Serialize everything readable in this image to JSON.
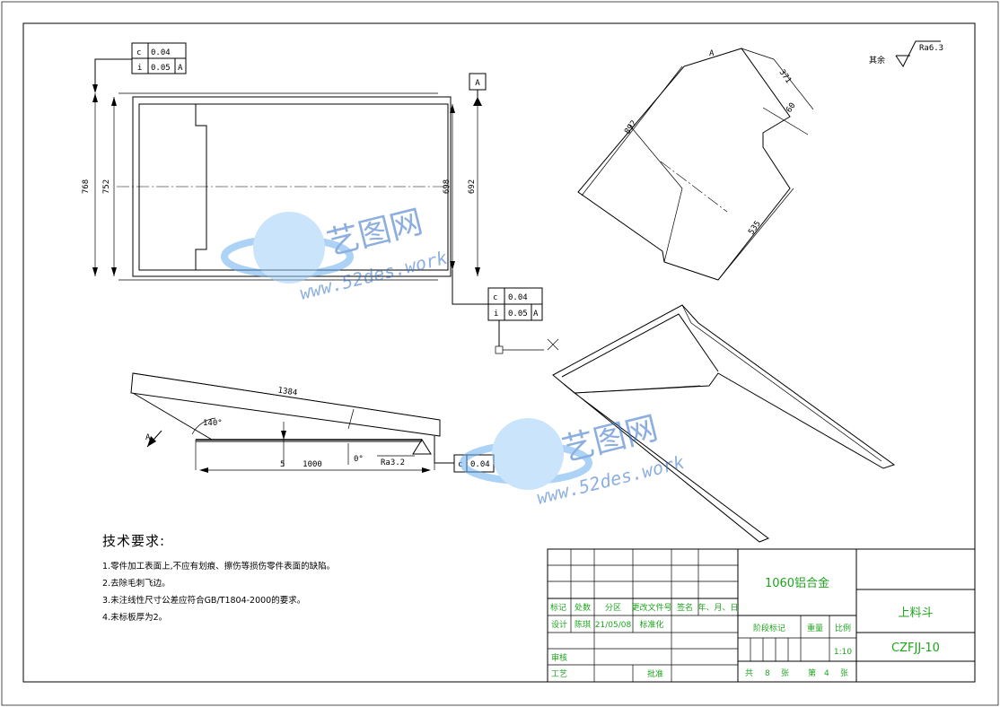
{
  "roughness": {
    "label": "其余",
    "value": "Ra6.3"
  },
  "datum": {
    "letter": "A"
  },
  "tolerances": {
    "top_left": {
      "r1_sym": "c",
      "r1_val": "0.04",
      "r2_sym": "i",
      "r2_val": "0.05",
      "r2_ref": "A"
    },
    "right": {
      "r1_sym": "c",
      "r1_val": "0.04",
      "r2_sym": "i",
      "r2_val": "0.05",
      "r2_ref": "A"
    },
    "bottom": {
      "sym": "c",
      "val": "0.04"
    }
  },
  "front_view": {
    "dims": {
      "outer_h": "768",
      "inner_h": "752",
      "inner_r": "698",
      "outer_r": "692"
    }
  },
  "side_view": {
    "dims": {
      "length": "1384",
      "angle": "140°",
      "base": "1000",
      "thick": "5",
      "small_angle": "0°",
      "roughness": "Ra3.2"
    }
  },
  "arrow_label": "A",
  "unfold_view": {
    "label": "A",
    "dims": {
      "w": "371",
      "notch": "60",
      "diag": "892",
      "bottom": "535"
    }
  },
  "watermark": {
    "brand": "艺图网",
    "site": "www.52des.work"
  },
  "tech": {
    "title": "技术要求:",
    "items": [
      "1.零件加工表面上,不应有划痕、擦伤等损伤零件表面的缺陷。",
      "2.去除毛刺飞边。",
      "3.未注线性尺寸公差应符合GB/T1804-2000的要求。",
      "4.未标板厚为2。"
    ]
  },
  "title_block": {
    "material": "1060铝合金",
    "part_name": "上料斗",
    "drawing_no": "CZFJJ-10",
    "row_labels": [
      "标记",
      "处数",
      "分区",
      "更改文件号",
      "签名",
      "年、月、日"
    ],
    "design": "设计",
    "designer": "陈琪",
    "date": "21/05/08",
    "standard": "标准化",
    "review": "审核",
    "process": "工艺",
    "approve": "批准",
    "stage_mark": "阶段标记",
    "weight": "重量",
    "scale_label": "比例",
    "scale": "1:10",
    "sheets_total_label": "共",
    "sheets_total": "8",
    "sheet_word1": "张",
    "sheet_no_label": "第",
    "sheet_no": "4",
    "sheet_word2": "张"
  }
}
